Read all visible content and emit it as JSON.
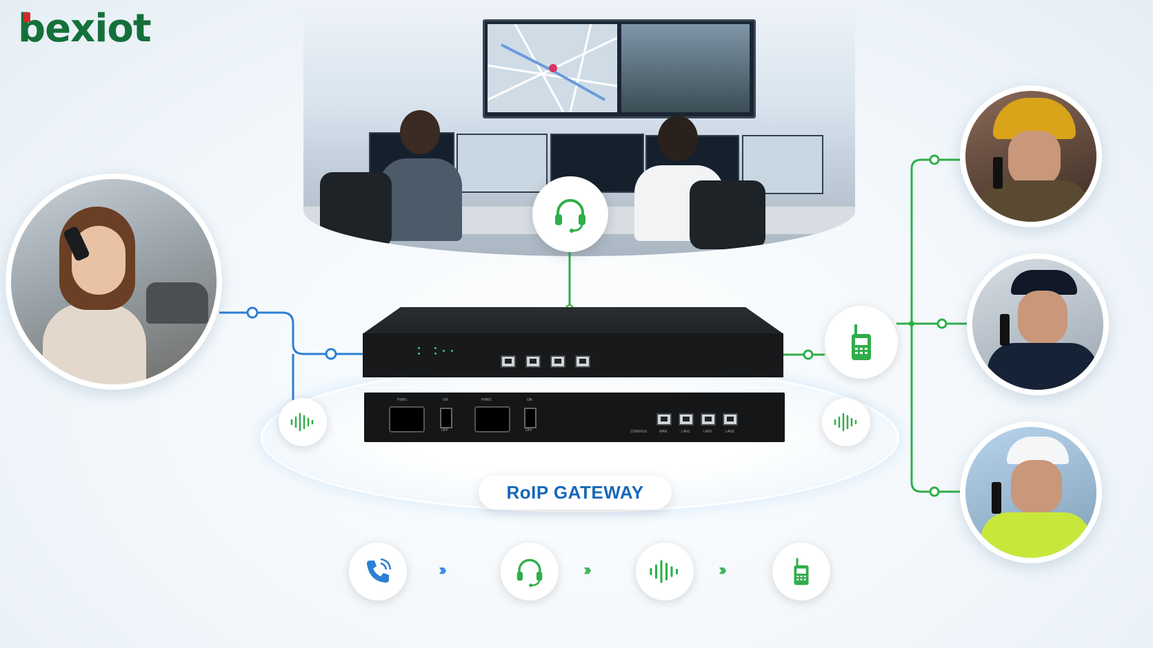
{
  "brand": {
    "logo_text": "bexiot"
  },
  "gateway": {
    "label": "RoIP GATEWAY",
    "back_labels": {
      "pwr1": "PWR1",
      "pwr2": "PWR2",
      "on1": "ON",
      "off1": "OFF",
      "on2": "ON",
      "off2": "OFF",
      "console": "CONSOLE",
      "wan": "WAN",
      "lan1": "LAN1",
      "lan2": "LAN2",
      "lan3": "LAN3"
    }
  },
  "flow": {
    "steps": [
      "phone-icon",
      "headset-icon",
      "audio-wave-icon",
      "radio-icon"
    ]
  },
  "colors": {
    "blue": "#2b7fd4",
    "green": "#2fae4a",
    "brand_green": "#14703a",
    "brand_red": "#d12a2a"
  }
}
